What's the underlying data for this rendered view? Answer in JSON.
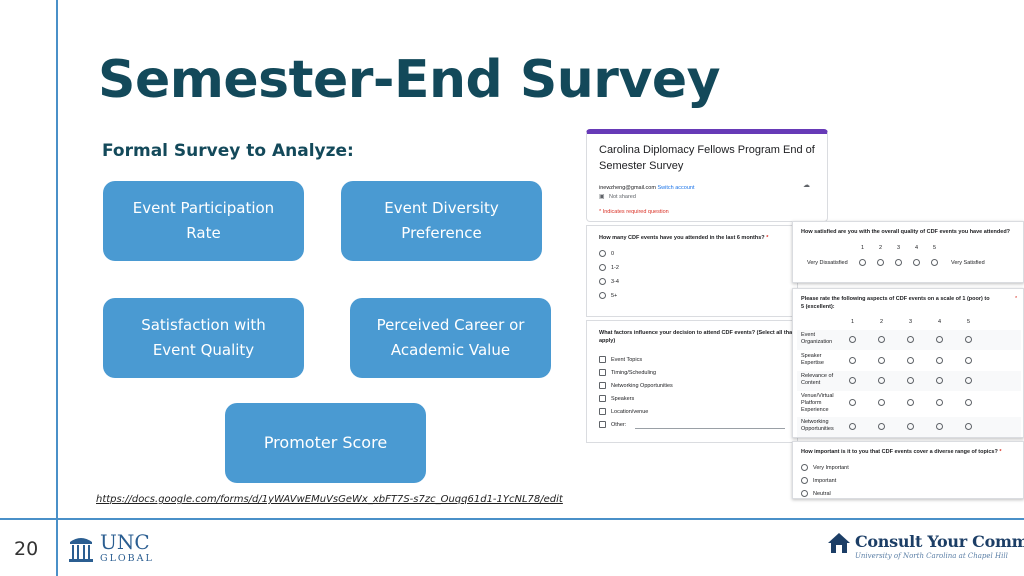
{
  "slide": {
    "title": "Semester-End Survey",
    "subtitle": "Formal Survey to Analyze:",
    "page_number": "20",
    "source_url": "https://docs.google.com/forms/d/1yWAVwEMuVsGeWx_xbFT7S-s7zc_Ouqq61d1-1YcNL78/edit"
  },
  "metrics": [
    {
      "line1": "Event Participation",
      "line2": "Rate"
    },
    {
      "line1": "Event Diversity",
      "line2": "Preference"
    },
    {
      "line1": "Satisfaction with",
      "line2": "Event Quality"
    },
    {
      "line1": "Perceived Career or",
      "line2": "Academic Value"
    },
    {
      "line1": "Promoter Score",
      "line2": ""
    }
  ],
  "logos": {
    "unc_top": "UNC",
    "unc_bottom": "GLOBAL",
    "cyc_main": "Consult Your Community",
    "cyc_sub": "University of North Carolina at Chapel Hill"
  },
  "colors": {
    "title": "#13495a",
    "metric_fill": "#4a9ad2",
    "rule": "#4a90c8",
    "form_accent": "#673ab7"
  },
  "form": {
    "title": "Carolina Diplomacy Fellows Program End of Semester Survey",
    "email": "inewzheng@gmail.com",
    "switch": "Switch account",
    "not_shared": "Not shared",
    "required_note": "* Indicates required question",
    "q1": {
      "text": "How many CDF events have you attended in the last 6 months?",
      "required": "*",
      "options": [
        "0",
        "1-2",
        "3-4",
        "5+"
      ]
    },
    "q2": {
      "text": "What factors influence your decision to attend CDF events? (Select all that apply)",
      "options": [
        "Event Topics",
        "Timing/Scheduling",
        "Networking Opportunities",
        "Speakers",
        "Location/venue",
        "Other:"
      ]
    },
    "q3": {
      "text": "How satisfied are you with the overall quality of CDF events you have attended?",
      "scale": [
        "1",
        "2",
        "3",
        "4",
        "5"
      ],
      "low": "Very Dissatisfied",
      "high": "Very Satisfied"
    },
    "q4": {
      "text": "Please rate the following aspects of CDF events on a scale of 1 (poor) to 5 (excellent):",
      "required": "*",
      "columns": [
        "1",
        "2",
        "3",
        "4",
        "5"
      ],
      "rows": [
        "Event Organization",
        "Speaker Expertise",
        "Relevance of Content",
        "Venue/Virtual Platform Experience",
        "Networking Opportunities"
      ]
    },
    "q5": {
      "text": "How important is it to you that CDF events cover a diverse range of topics?",
      "required": "*",
      "options": [
        "Very Important",
        "Important",
        "Neutral"
      ]
    }
  }
}
